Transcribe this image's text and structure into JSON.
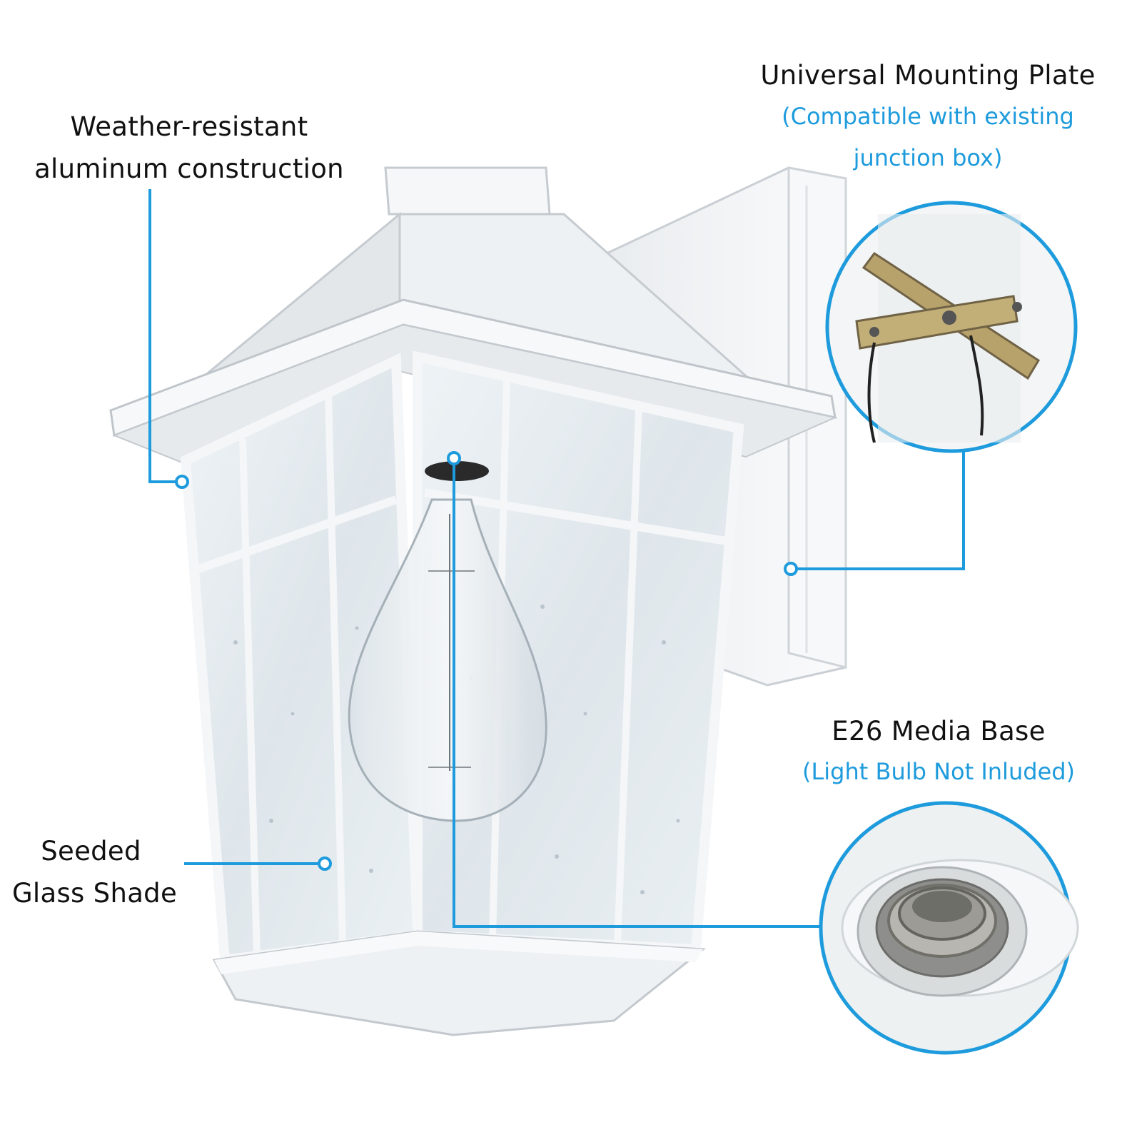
{
  "callouts": {
    "weather": {
      "line1": "Weather-resistant",
      "line2": "aluminum construction"
    },
    "mounting": {
      "title": "Universal Mounting Plate",
      "note_line1": "(Compatible with existing",
      "note_line2": "junction box)"
    },
    "base": {
      "title": "E26 Media Base",
      "note": "(Light Bulb Not Inluded)"
    },
    "glass": {
      "line1": "Seeded",
      "line2": "Glass Shade"
    }
  },
  "colors": {
    "accent": "#1e9bdc",
    "text": "#111111",
    "fixture": "#f4f6f8"
  }
}
